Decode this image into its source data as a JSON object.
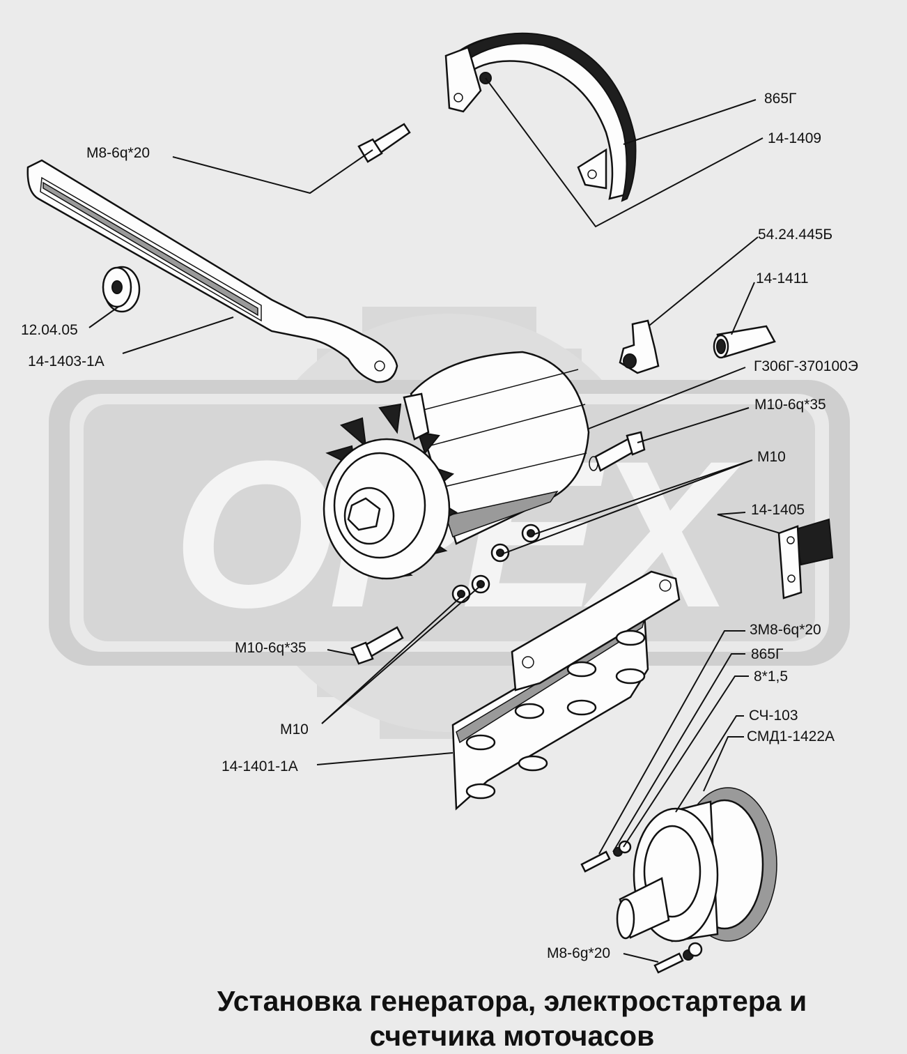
{
  "title": {
    "line1": "Установка генератора,  электростартера и",
    "line2": "счетчика моточасов"
  },
  "callouts": {
    "bracket_strap_top": "865Г",
    "bracket_arc": "14-1409",
    "bolt_upper_left": "М8-6q*20",
    "elbow_fitting": "54.24.445Б",
    "sleeve": "14-1411",
    "washer_left": "12.04.05",
    "tension_bar": "14-1403-1А",
    "generator": "Г306Г-370100Э",
    "bolt_right": "М10-6q*35",
    "nut_right": "М10",
    "plate_small": "14-1405",
    "bolt_left": "М10-6q*35",
    "nut_left": "М10",
    "mount_plate": "14-1401-1А",
    "bolt_counter": "3М8-6q*20",
    "washer_counter": "865Г",
    "washer_small": "8*1,5",
    "hour_meter": "СЧ-103",
    "gear_drive": "СМД1-1422А",
    "bolt_bottom": "М8-6g*20"
  },
  "watermark": "ОРЕХ",
  "colors": {
    "background": "#ebebeb",
    "watermark": "#d7d7d7",
    "ink": "#111111"
  }
}
